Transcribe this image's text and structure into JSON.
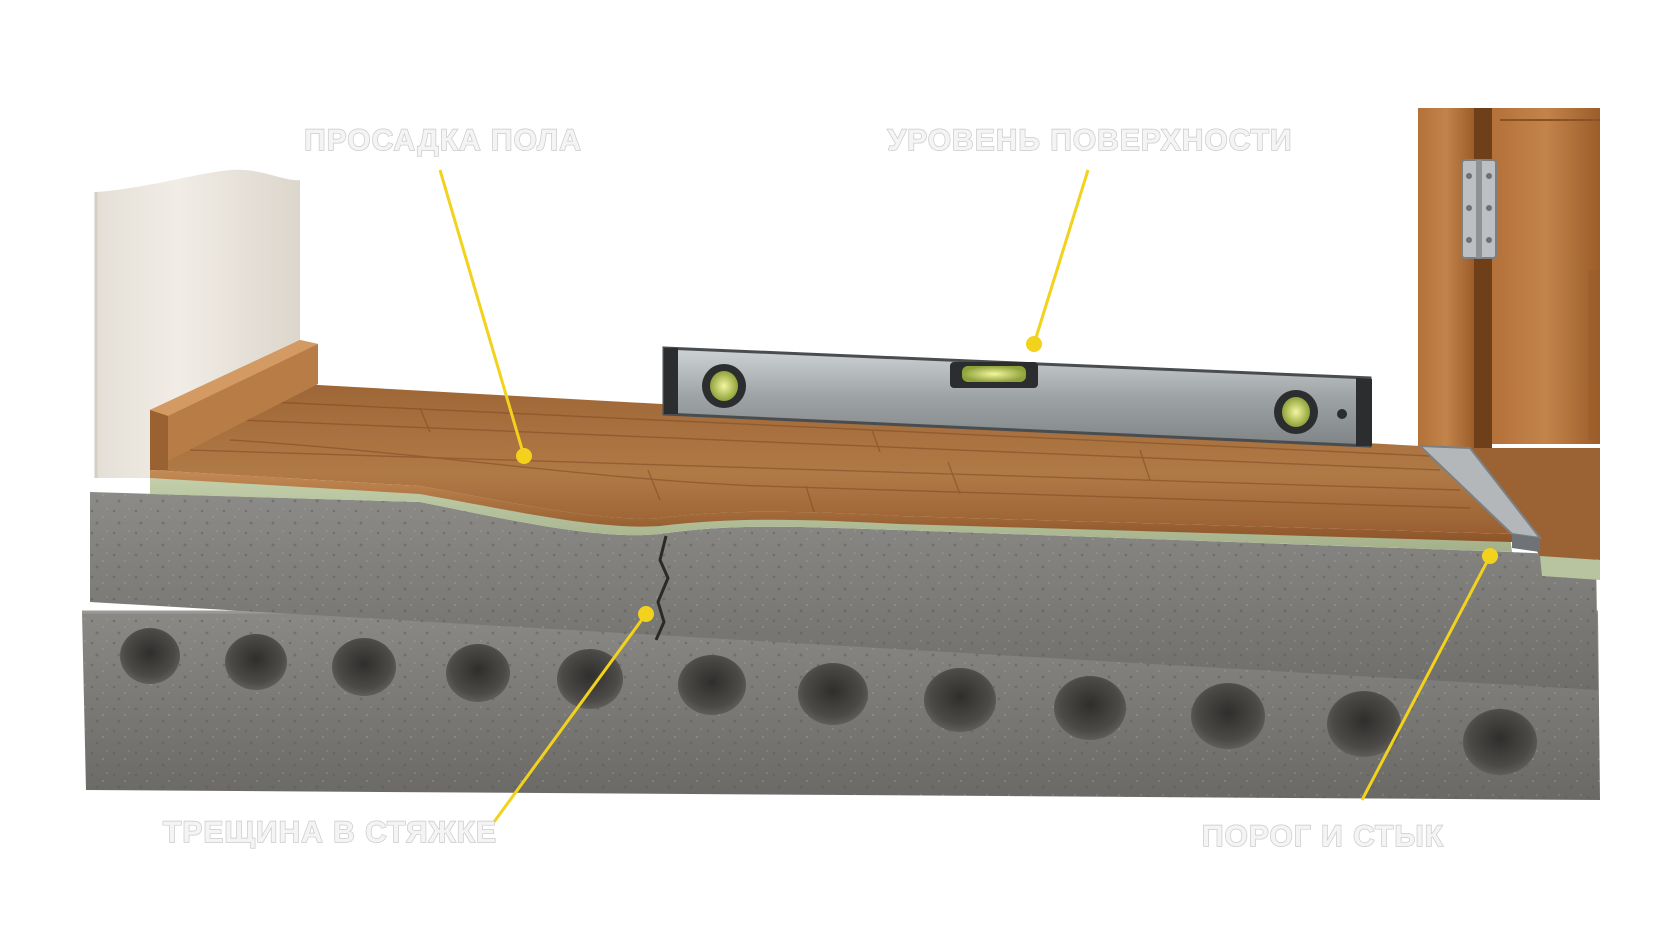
{
  "callouts": [
    {
      "id": "floor-sag",
      "label": "ПРОСАДКА ПОЛА"
    },
    {
      "id": "surface-level",
      "label": "УРОВЕНЬ ПОВЕРХНОСТИ"
    },
    {
      "id": "screed-crack",
      "label": "ТРЕЩИНА В СТЯЖКЕ"
    },
    {
      "id": "threshold-joint",
      "label": "ПОРОГ И СТЫК"
    }
  ],
  "colors": {
    "background": "#ffffff",
    "callout_accent": "#f2d21c",
    "label_fill": "#f4f4f4",
    "label_outline": "#c9c9c9",
    "laminate": "#a9713f",
    "underlay": "#b7c49f",
    "concrete": "#7b7a77",
    "wall": "#ece8e0",
    "door_wood": "#a9662c",
    "level_body": "#9ea3a6"
  },
  "icons": {
    "spirit-level": "spirit-level-icon",
    "hinge": "door-hinge-icon"
  }
}
